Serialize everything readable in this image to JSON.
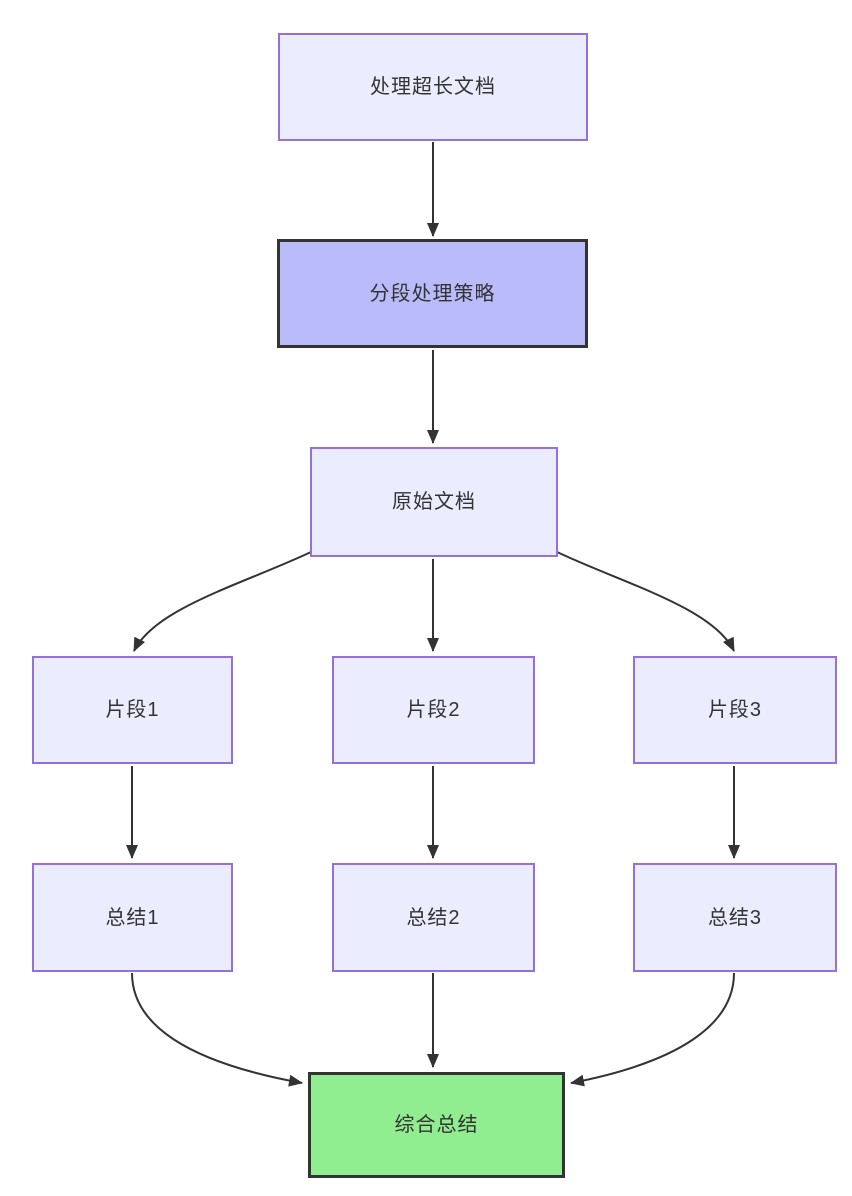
{
  "diagram": {
    "type": "flowchart-top-down",
    "nodes": [
      {
        "id": "A",
        "label": "处理超长文档",
        "kind": "default"
      },
      {
        "id": "B",
        "label": "分段处理策略",
        "kind": "highlight"
      },
      {
        "id": "C",
        "label": "原始文档",
        "kind": "default"
      },
      {
        "id": "D",
        "label": "片段1",
        "kind": "default"
      },
      {
        "id": "E",
        "label": "片段2",
        "kind": "default"
      },
      {
        "id": "F",
        "label": "片段3",
        "kind": "default"
      },
      {
        "id": "G",
        "label": "总结1",
        "kind": "default"
      },
      {
        "id": "H",
        "label": "总结2",
        "kind": "default"
      },
      {
        "id": "I",
        "label": "总结3",
        "kind": "default"
      },
      {
        "id": "J",
        "label": "综合总结",
        "kind": "success"
      }
    ],
    "edges": [
      {
        "from": "A",
        "to": "B"
      },
      {
        "from": "B",
        "to": "C"
      },
      {
        "from": "C",
        "to": "D"
      },
      {
        "from": "C",
        "to": "E"
      },
      {
        "from": "C",
        "to": "F"
      },
      {
        "from": "D",
        "to": "G"
      },
      {
        "from": "E",
        "to": "H"
      },
      {
        "from": "F",
        "to": "I"
      },
      {
        "from": "G",
        "to": "J"
      },
      {
        "from": "H",
        "to": "J"
      },
      {
        "from": "I",
        "to": "J"
      }
    ],
    "colors": {
      "background": "#ffffff",
      "text": "#333333",
      "edge": "#333333",
      "node_fill": "#ECECFF",
      "node_border": "#9370DB",
      "highlight_fill": "#b9bbfa",
      "highlight_border": "#333333",
      "success_fill": "#90EE90",
      "success_border": "#333333"
    }
  }
}
